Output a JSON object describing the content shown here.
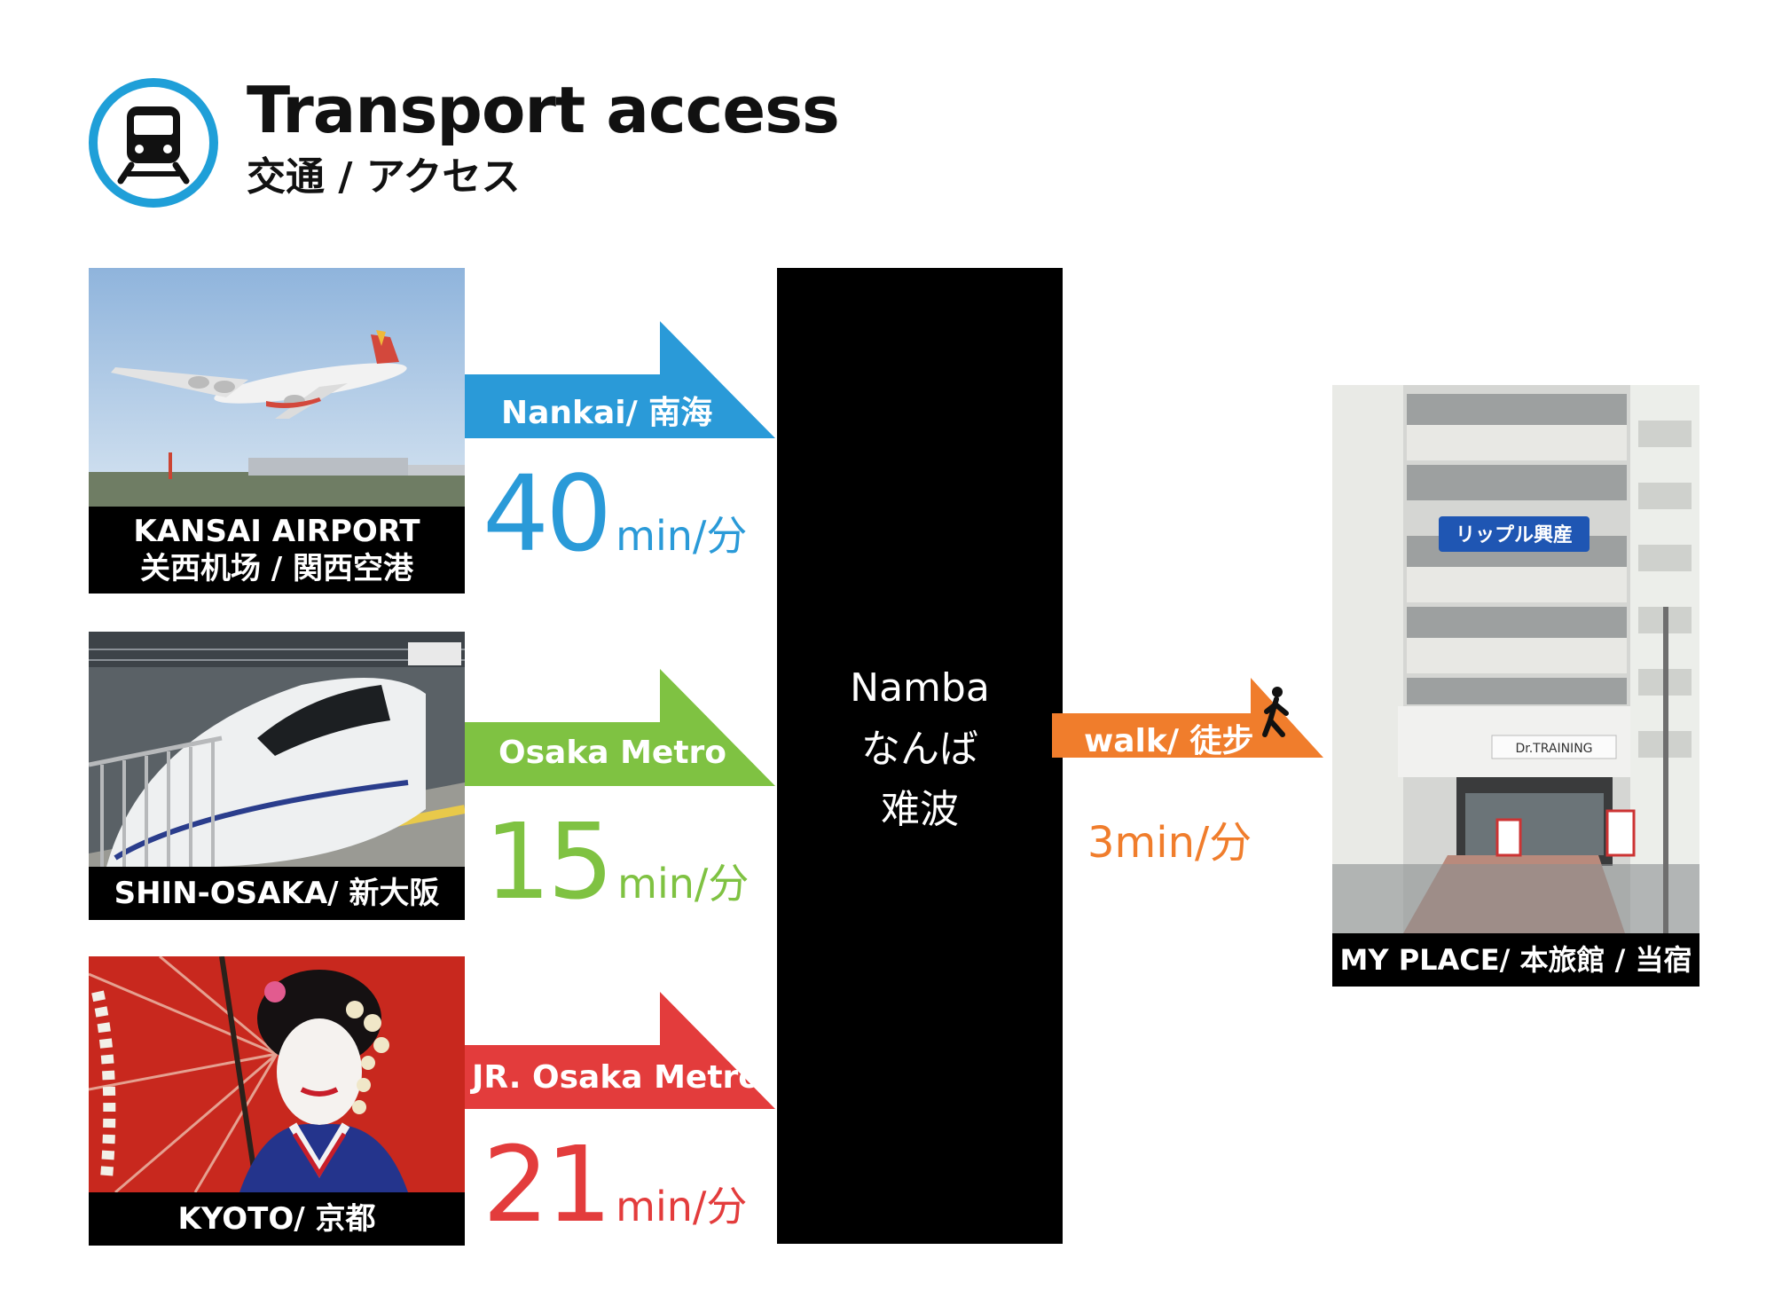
{
  "header": {
    "title": "Transport access",
    "subtitle": "交通 / アクセス",
    "icon": "train-icon",
    "accent_color": "#1f9fd8"
  },
  "origins": [
    {
      "caption_line1": "KANSAI AIRPORT",
      "caption_line2": "关西机场 / 関西空港",
      "photo": "airplane-photo",
      "route_label": "Nankai/ 南海",
      "minutes": "40",
      "unit": "min/分",
      "color": "#2a9ad8"
    },
    {
      "caption_line1": "SHIN-OSAKA/ 新大阪",
      "photo": "bullet-train-photo",
      "route_label": "Osaka Metro",
      "minutes": "15",
      "unit": "min/分",
      "color": "#7fc242"
    },
    {
      "caption_line1": "KYOTO/ 京都",
      "photo": "geisha-photo",
      "route_label": "JR. Osaka Metro",
      "minutes": "21",
      "unit": "min/分",
      "color": "#e33c3c"
    }
  ],
  "hub": {
    "line1": "Namba",
    "line2": "なんば",
    "line3": "难波"
  },
  "walk": {
    "label": "walk/ 徒步",
    "time": "3min/分",
    "icon": "walking-person-icon",
    "color": "#f07d2c"
  },
  "destination": {
    "caption": "MY PLACE/ 本旅館 / 当宿",
    "photo": "hotel-building-photo",
    "sign": "リップル興産",
    "shop_sign": "Dr.TRAINING"
  }
}
